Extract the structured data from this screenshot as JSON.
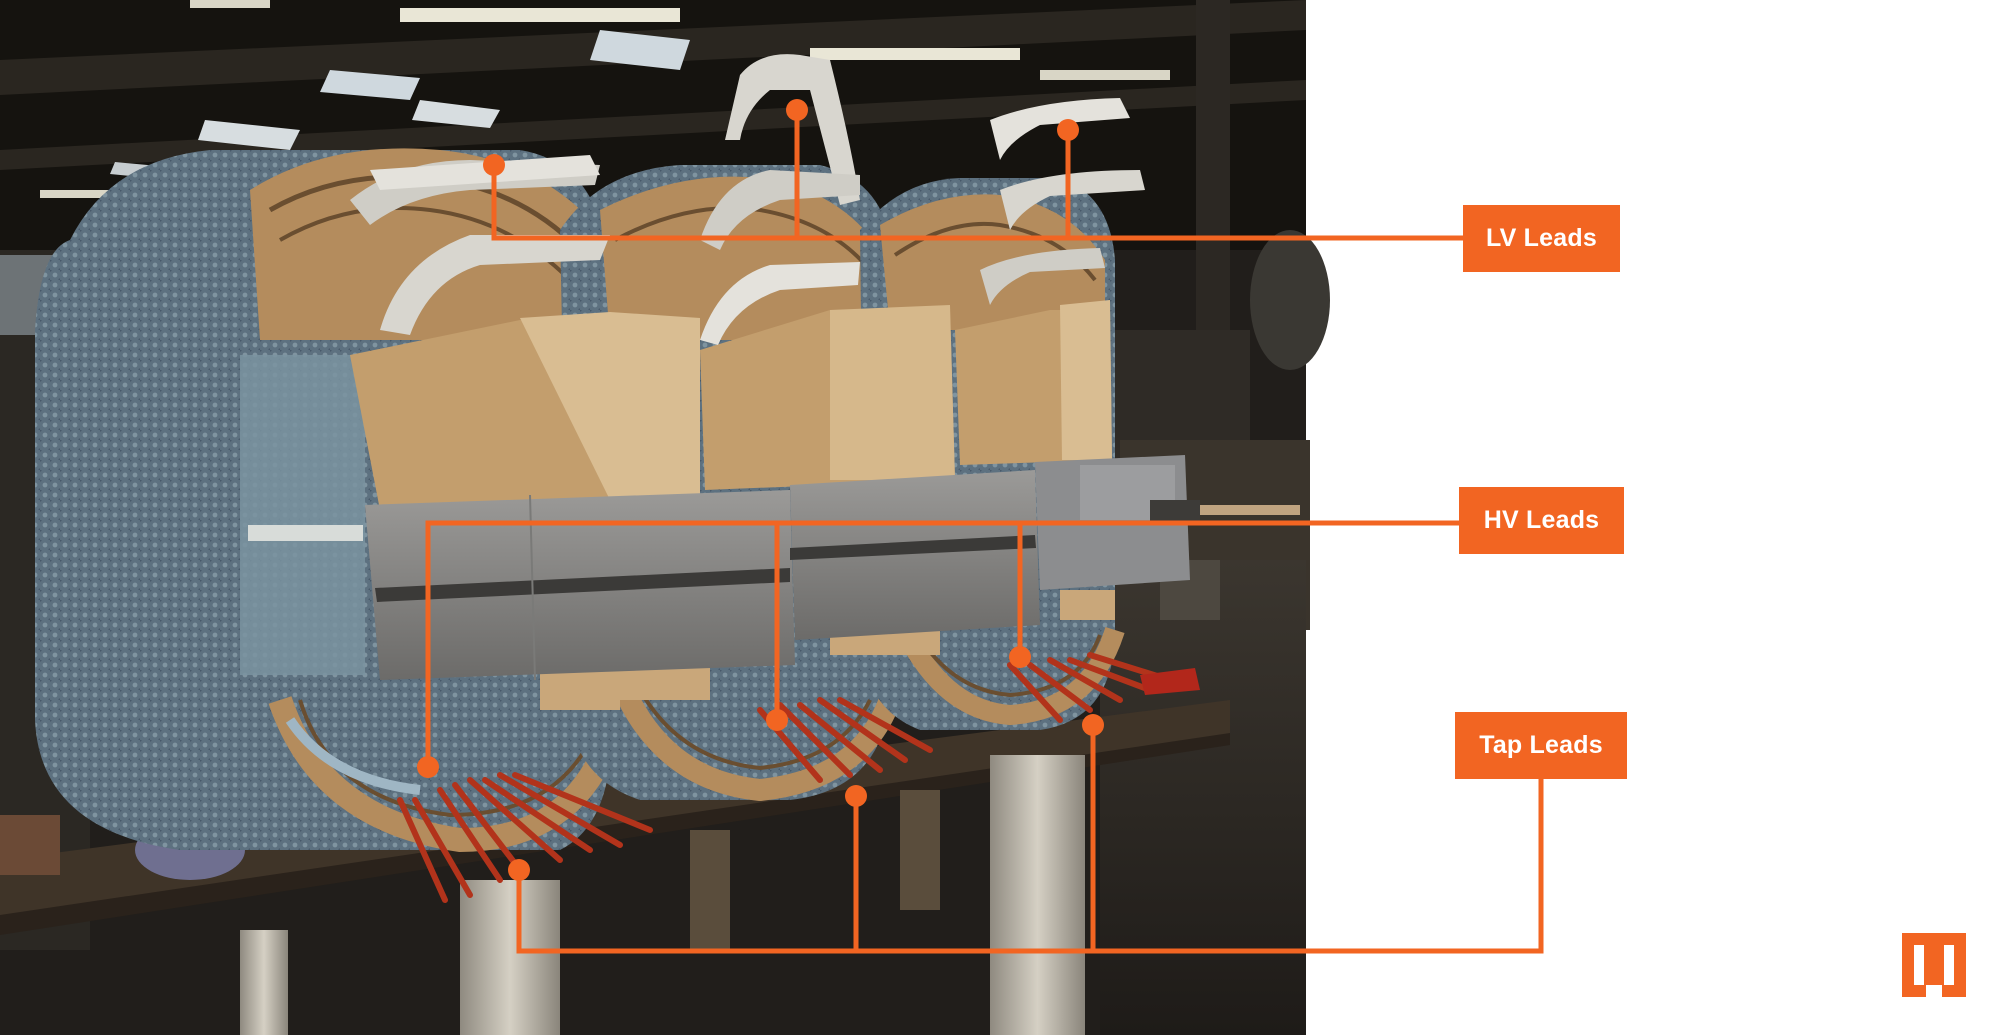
{
  "labels": {
    "lv": "LV Leads",
    "hv": "HV Leads",
    "tap": "Tap Leads"
  },
  "colors": {
    "accent": "#f26522",
    "background": "#ffffff",
    "shop_dark": "#1c1a17",
    "wrap_blue": "#5f7483",
    "cardboard": "#c8a57a",
    "copper": "#b2331b",
    "steel": "#8c8c8c",
    "foil": "#d8d6cf"
  },
  "icons": {
    "logo": "brand-logo-icon"
  }
}
